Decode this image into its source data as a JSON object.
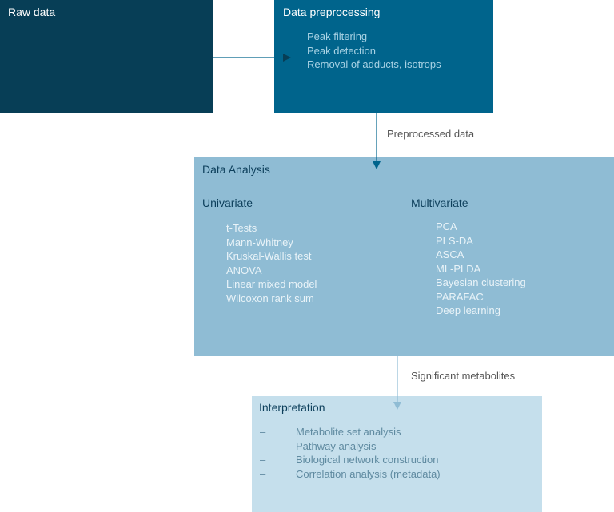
{
  "raw": {
    "title": "Raw data"
  },
  "preprocessing": {
    "title": "Data preprocessing",
    "items": [
      "Peak filtering",
      "Peak detection",
      "Removal of adducts, isotrops"
    ]
  },
  "connector1": {
    "label": "Preprocessed data"
  },
  "analysis": {
    "title": "Data Analysis",
    "univariate": {
      "heading": "Univariate",
      "items": [
        "t-Tests",
        "Mann-Whitney",
        "Kruskal-Wallis test",
        "ANOVA",
        "Linear mixed model",
        "Wilcoxon rank sum"
      ]
    },
    "multivariate": {
      "heading": "Multivariate",
      "items": [
        "PCA",
        "PLS-DA",
        "ASCA",
        "ML-PLDA",
        "Bayesian clustering",
        "PARAFAC",
        "Deep learning"
      ]
    }
  },
  "connector2": {
    "label": "Significant metabolites"
  },
  "interpretation": {
    "title": "Interpretation",
    "bullet": "–",
    "items": [
      "Metabolite set analysis",
      "Pathway analysis",
      "Biological network construction",
      "Correlation analysis (metadata)"
    ]
  },
  "colors": {
    "raw": "#073e56",
    "preprocessing": "#00648c",
    "analysis": "#8fbcd4",
    "interpretation": "#c5dfec"
  }
}
